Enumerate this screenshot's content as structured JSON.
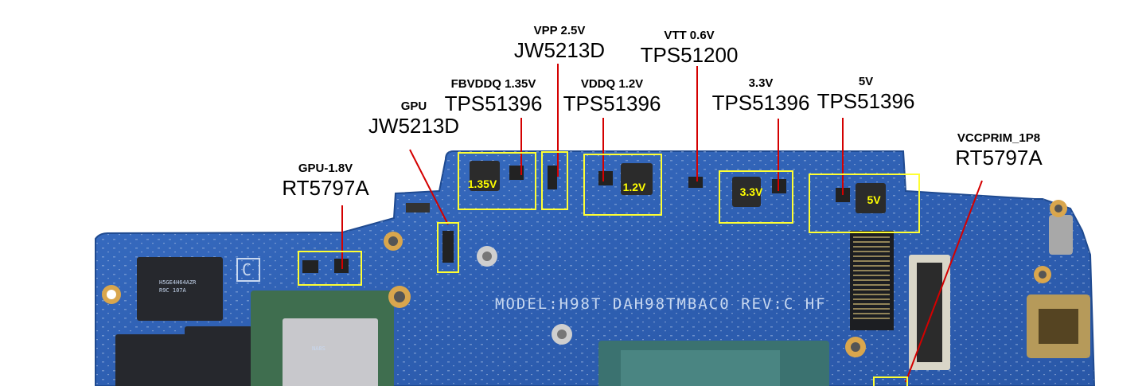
{
  "colors": {
    "board": "#2f61b5",
    "board_edge": "#24509c",
    "highlight": "#ffff33",
    "leader": "#d40000",
    "tag_text": "#ffff00"
  },
  "board": {
    "silkscreen": "MODEL:H98T  DAH98TMBAC0  REV:C HF"
  },
  "regulators": [
    {
      "id": "gpu18",
      "voltage": "GPU-1.8V",
      "part": "RT5797A"
    },
    {
      "id": "gpu",
      "voltage": "GPU",
      "part": "JW5213D"
    },
    {
      "id": "fbvddq",
      "voltage": "FBVDDQ 1.35V",
      "part": "TPS51396",
      "tag": "1.35V"
    },
    {
      "id": "vpp",
      "voltage": "VPP 2.5V",
      "part": "JW5213D"
    },
    {
      "id": "vddq",
      "voltage": "VDDQ 1.2V",
      "part": "TPS51396",
      "tag": "1.2V"
    },
    {
      "id": "vtt",
      "voltage": "VTT 0.6V",
      "part": "TPS51200"
    },
    {
      "id": "v33",
      "voltage": "3.3V",
      "part": "TPS51396",
      "tag": "3.3V"
    },
    {
      "id": "v5",
      "voltage": "5V",
      "part": "TPS51396",
      "tag": "5V"
    },
    {
      "id": "vccprim",
      "voltage": "VCCPRIM_1P8",
      "part": "RT5797A"
    }
  ]
}
